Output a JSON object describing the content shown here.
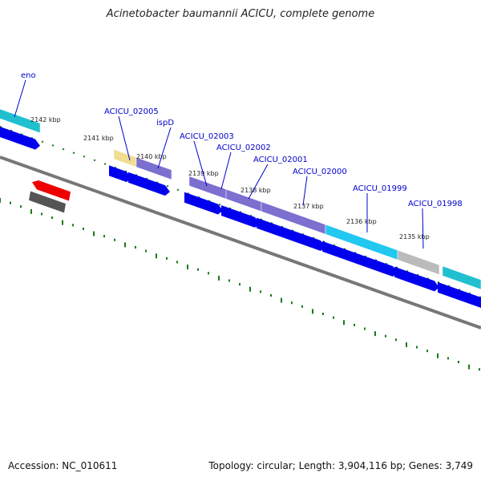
{
  "title": "Acinetobacter baumannii ACICU, complete genome",
  "footer": {
    "accession": "Accession: NC_010611",
    "summary": "Topology: circular; Length: 3,904,116 bp; Genes: 3,749"
  },
  "colors": {
    "backbone": "#777777",
    "tick": "#1a7a1a",
    "label": "#0000cc",
    "cds": "#0000ee",
    "purple": "#7b6fd0",
    "cyan": "#20c0d0",
    "lightblue": "#22c8f0",
    "tan": "#f0dd90",
    "grey": "#bbbbbb",
    "red": "#ee0000",
    "darkgrey": "#555555"
  },
  "kbp_ticks": [
    {
      "label": "2142 kbp"
    },
    {
      "label": "2141 kbp"
    },
    {
      "label": "2140 kbp"
    },
    {
      "label": "2139 kbp"
    },
    {
      "label": "2138 kbp"
    },
    {
      "label": "2137 kbp"
    },
    {
      "label": "2136 kbp"
    },
    {
      "label": "2135 kbp"
    }
  ],
  "gene_labels": [
    {
      "name": "eno"
    },
    {
      "name": "ACICU_02005"
    },
    {
      "name": "ispD"
    },
    {
      "name": "ACICU_02003"
    },
    {
      "name": "ACICU_02002"
    },
    {
      "name": "ACICU_02001"
    },
    {
      "name": "ACICU_02000"
    },
    {
      "name": "ACICU_01999"
    },
    {
      "name": "ACICU_01998"
    }
  ]
}
